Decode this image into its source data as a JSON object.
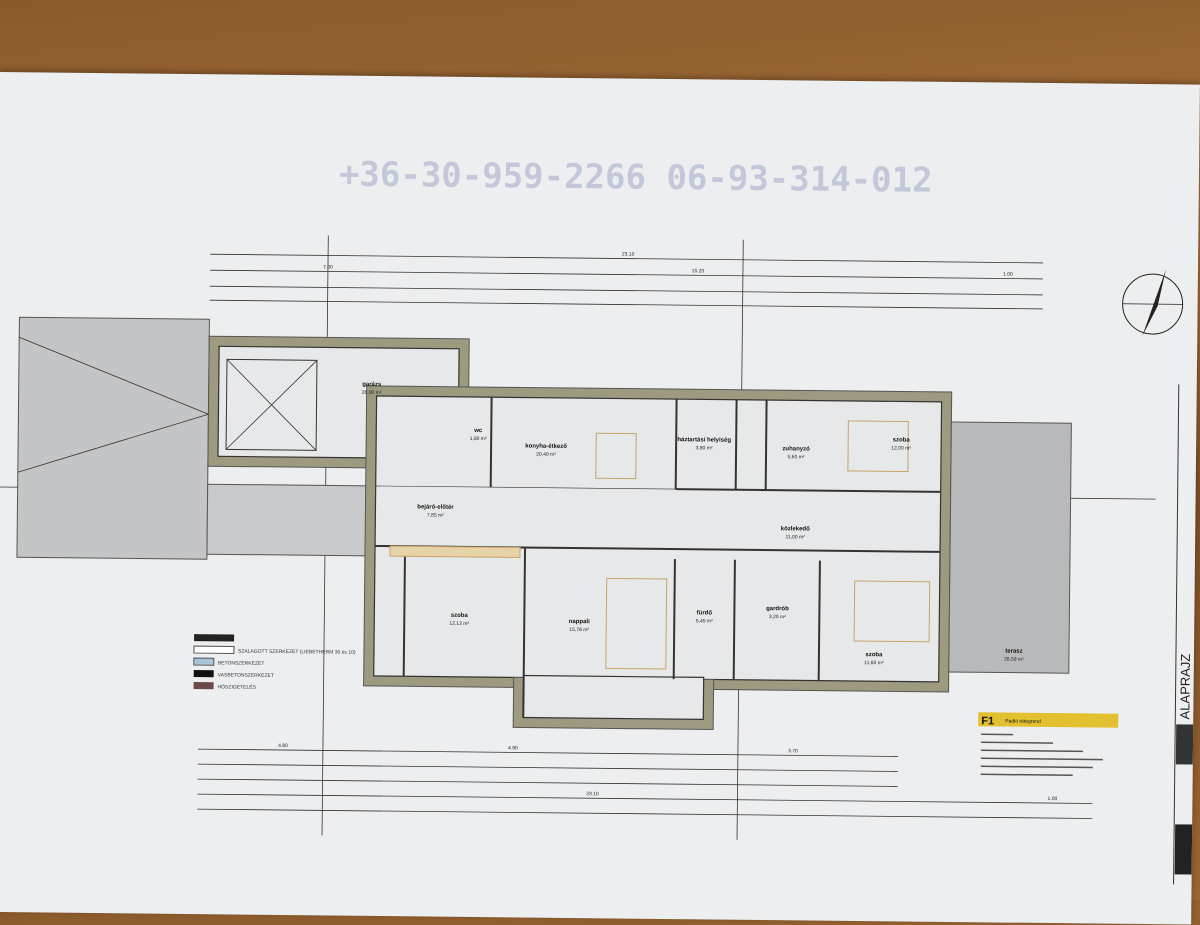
{
  "plan": {
    "title": "ALAPRAJZ",
    "watermark": "+36-30-959-2266  06-93-314-012",
    "dimensions_top": [
      "23.10",
      "7.00",
      "15.20",
      "1.00"
    ],
    "dimensions_bottom": [
      "4.80",
      "4.90",
      "3.70",
      "23.10",
      "1.00"
    ],
    "rooms": [
      {
        "name": "garázs",
        "area": "26,00 m²"
      },
      {
        "name": "wc",
        "area": "1,80 m²"
      },
      {
        "name": "konyha-étkező",
        "area": "20,40 m²"
      },
      {
        "name": "háztartási helyiség",
        "area": "3,80 m²"
      },
      {
        "name": "zuhanyzó",
        "area": "5,60 m²"
      },
      {
        "name": "szoba",
        "area": "12,00 m²"
      },
      {
        "name": "bejáró-előtér",
        "area": "7,85 m²"
      },
      {
        "name": "közlekedő",
        "area": "11,00 m²"
      },
      {
        "name": "szoba",
        "area": "12,12 m²"
      },
      {
        "name": "nappali",
        "area": "15,78 m²"
      },
      {
        "name": "fürdő",
        "area": "5,45 m²"
      },
      {
        "name": "gardrób",
        "area": "3,20 m²"
      },
      {
        "name": "szoba",
        "area": "11,60 m²"
      },
      {
        "name": "terasz",
        "area": "26,59 m²"
      }
    ],
    "legend": [
      "SZALAGOTT SZERKEZET (LIEBETHERM 30 és 10)",
      "BETONSZERKEZET",
      "VASBETONSZERKEZET",
      "HŐSZIGETELÉS"
    ],
    "notes_label": "F1",
    "notes_title": "Padló rétegrend"
  },
  "colors": {
    "paper": "#eceef0",
    "wall": "#9e9a80",
    "terrace": "#b8b9bb",
    "highlight": "#e3c02f"
  }
}
